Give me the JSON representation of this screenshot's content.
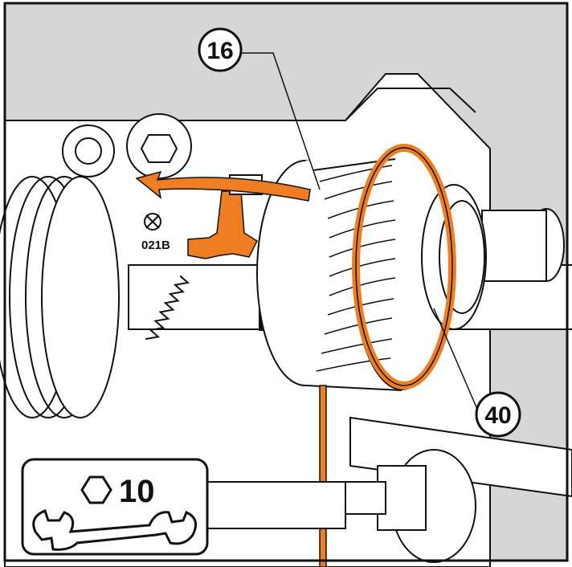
{
  "callouts": {
    "spring_drum": "16",
    "cable_ring": "40"
  },
  "part_marking": "021B",
  "tool_box": {
    "wrench_size": "10",
    "hex_icon": "hexagon-outline-icon",
    "wrench_icon": "double-open-end-wrench-icon"
  },
  "colors": {
    "background_panel": "#d6d6d6",
    "linework": "#111111",
    "highlight": "#ef7d22",
    "part_fill": "#ffffff"
  }
}
